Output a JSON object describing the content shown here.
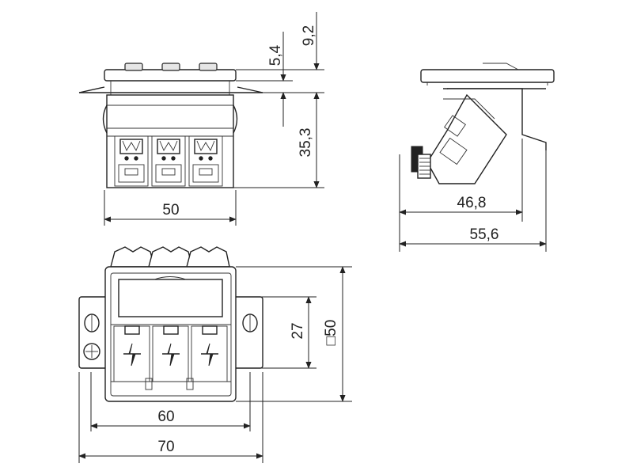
{
  "views": {
    "front_top": {
      "width_label": "50",
      "depth_label": "35,3",
      "top_label_small": "5,4",
      "top_label_large": "9,2"
    },
    "side": {
      "inner_width_label": "46,8",
      "outer_width_label": "55,6"
    },
    "front_bottom": {
      "plate_inner_label": "60",
      "plate_outer_label": "70",
      "port_height_label": "27",
      "square_label": "□50"
    }
  },
  "colors": {
    "line": "#222222",
    "background": "#ffffff"
  }
}
